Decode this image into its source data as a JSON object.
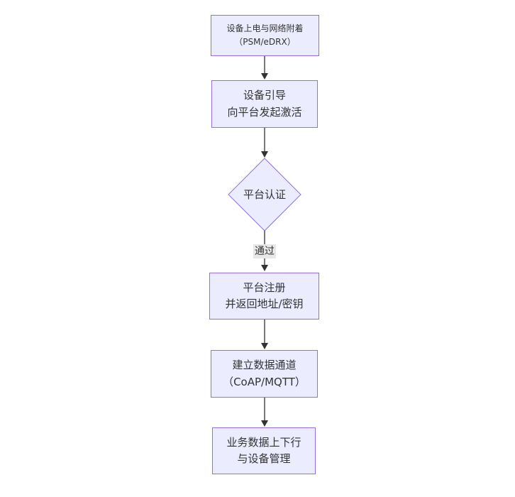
{
  "colors": {
    "background": "#ffffff",
    "node_fill": "#ECECFF",
    "node_border": "#9370DB",
    "edge_line": "#333333",
    "arrowhead": "#333333",
    "edge_label_bg": "#e8e8e8",
    "text": "#333333"
  },
  "flowchart": {
    "nodes": {
      "power_attach": {
        "type": "process",
        "lines": [
          "设备上电与网络附着",
          "（PSM/eDRX）"
        ]
      },
      "bootstrap": {
        "type": "process",
        "lines": [
          "设备引导",
          "向平台发起激活"
        ]
      },
      "platform_auth": {
        "type": "decision",
        "lines": [
          "平台认证"
        ]
      },
      "register": {
        "type": "process",
        "lines": [
          "平台注册",
          "并返回地址/密钥"
        ]
      },
      "data_channel": {
        "type": "process",
        "lines": [
          "建立数据通道",
          "（CoAP/MQTT）"
        ]
      },
      "business_data": {
        "type": "process",
        "lines": [
          "业务数据上下行",
          "与设备管理"
        ]
      }
    },
    "edge_labels": {
      "auth_pass": "通过"
    }
  }
}
